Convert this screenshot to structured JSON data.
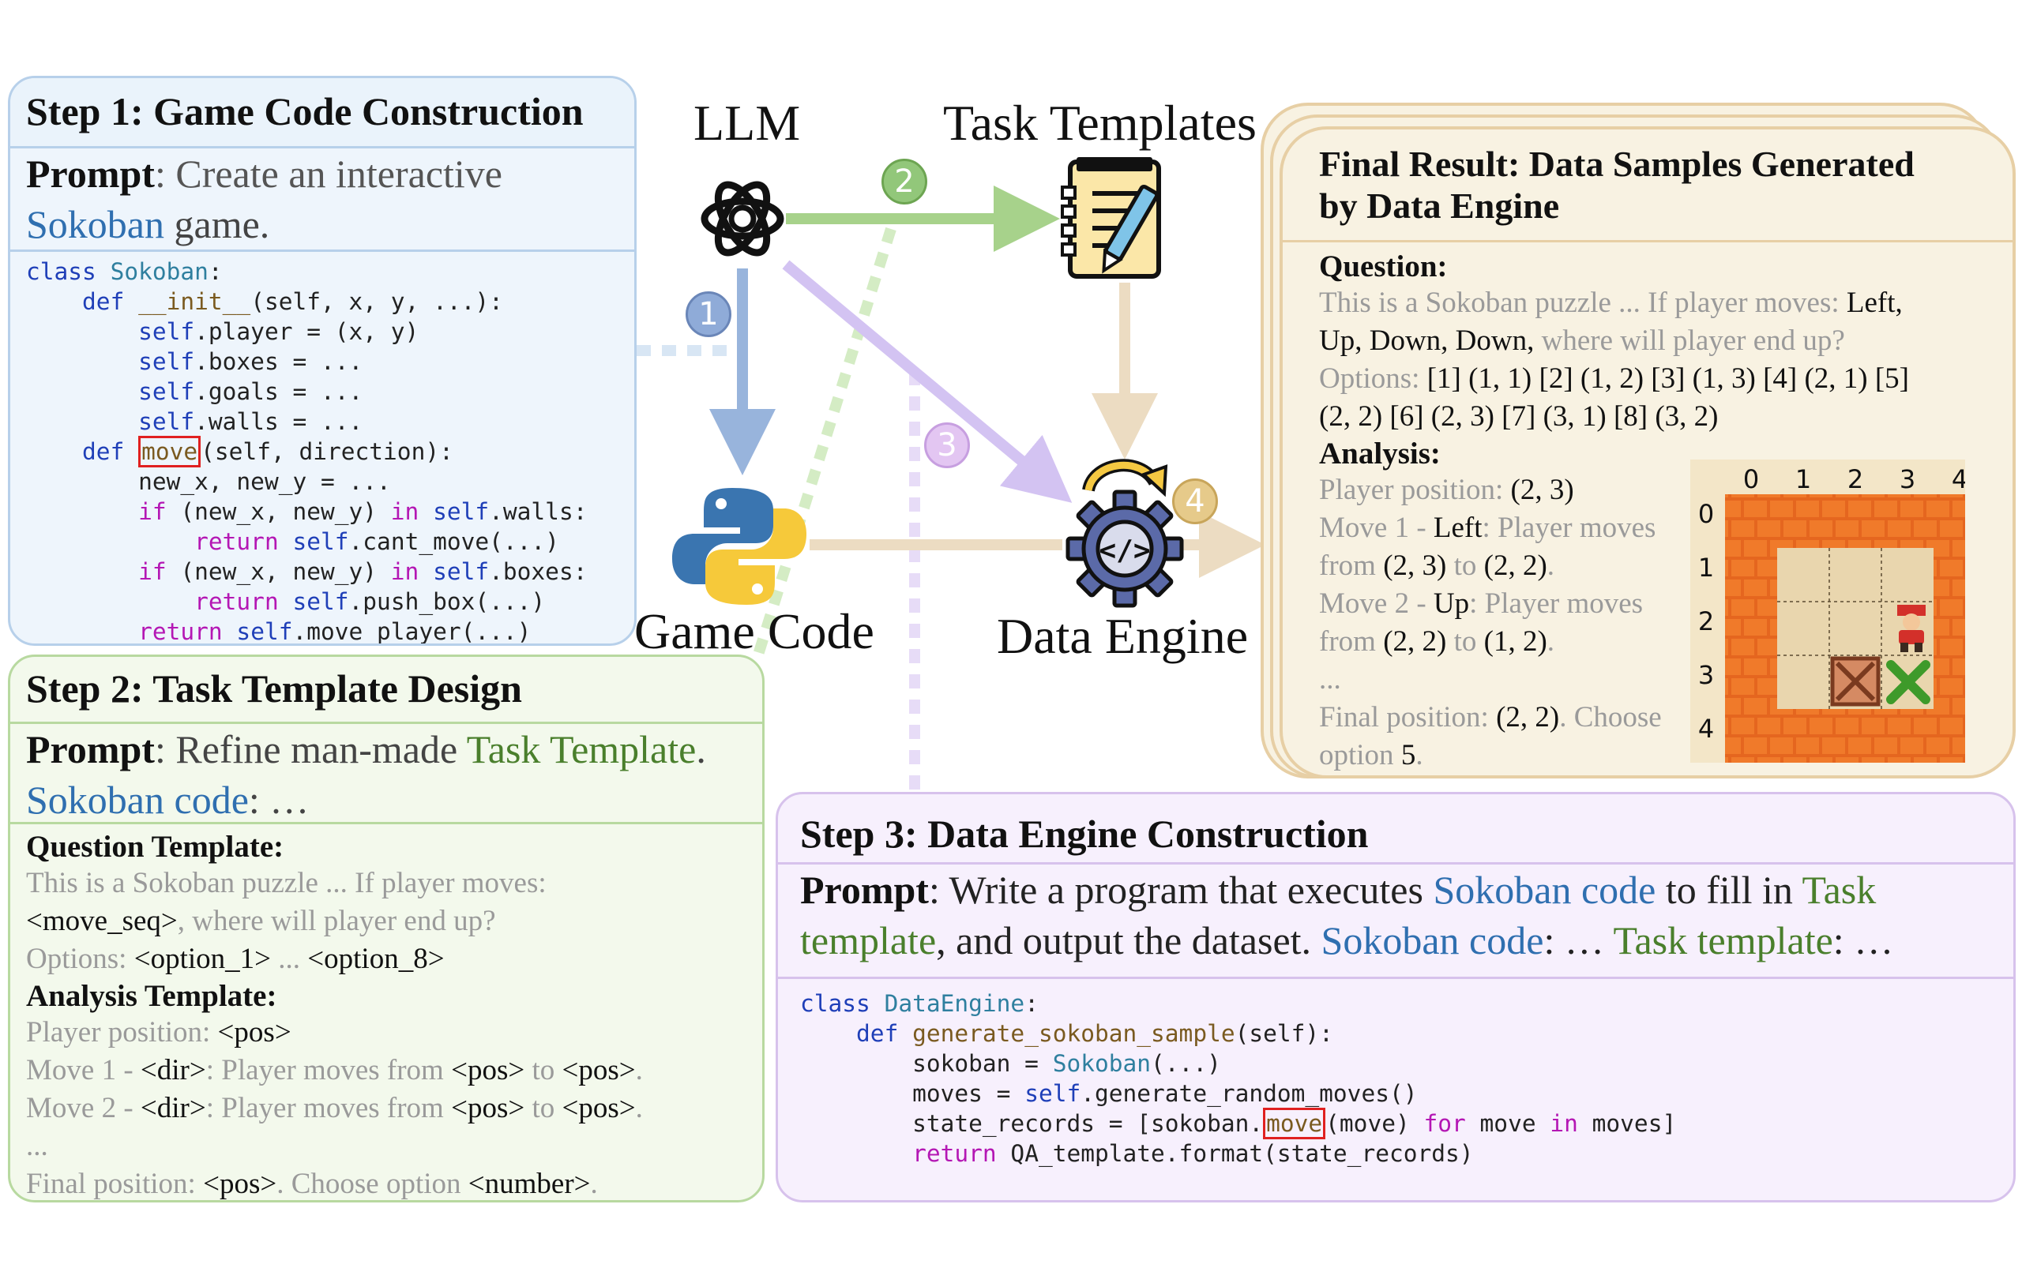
{
  "step1": {
    "title": "Step 1: Game Code Construction",
    "prompt_label": "Prompt",
    "prompt_text": ": Create an interactive",
    "prompt_highlight": "Sokoban",
    "prompt_tail": " game.",
    "code": {
      "l1_kw": "class",
      "l1_name": "Sokoban",
      "l1_rest": ":",
      "l2_kw": "def",
      "l2_name": "__init__",
      "l2_rest": "(self, x, y, ...):",
      "l3_self": "self",
      "l3_rest": ".player = (x, y)",
      "l4_self": "self",
      "l4_rest": ".boxes = ...",
      "l5_self": "self",
      "l5_rest": ".goals = ...",
      "l6_self": "self",
      "l6_rest": ".walls = ...",
      "l7_kw": "def",
      "l7_name": "move",
      "l7_rest": "(self, direction):",
      "l8": "new_x, new_y = ...",
      "l9_kw": "if",
      "l9_a": " (new_x, new_y) ",
      "l9_in": "in",
      "l9_self": " self",
      "l9_rest": ".walls:",
      "l10_kw": "return",
      "l10_self": " self",
      "l10_rest": ".cant_move(...)",
      "l11_kw": "if",
      "l11_a": " (new_x, new_y) ",
      "l11_in": "in",
      "l11_self": " self",
      "l11_rest": ".boxes:",
      "l12_kw": "return",
      "l12_self": " self",
      "l12_rest": ".push_box(...)",
      "l13_kw": "return",
      "l13_self": " self",
      "l13_rest": ".move_player(...)"
    }
  },
  "labels": {
    "llm": "LLM",
    "task_templates": "Task Templates",
    "game_code": "Game Code",
    "data_engine": "Data Engine"
  },
  "badges": [
    "1",
    "2",
    "3",
    "4"
  ],
  "colors": {
    "blue_arrow": "#98b4dc",
    "green_arrow": "#a7d28b",
    "purple_arrow": "#d3c3f2",
    "tan_arrow": "#ecdcc2",
    "badge_blue": "#8fabd8",
    "badge_green": "#92c77a",
    "badge_purple": "#d7b6ec",
    "badge_tan": "#e6ca8a"
  },
  "step2": {
    "title": "Step 2: Task Template Design",
    "prompt_label": "Prompt",
    "prompt_text": ": Refine man-made ",
    "prompt_highlight": "Task Template",
    "prompt_dot": ".",
    "prompt_line2_highlight": "Sokoban code",
    "prompt_line2_tail": ": …",
    "qt_label": "Question Template:",
    "qt_l1": "This is a Sokoban puzzle ... If player moves:",
    "qt_l2_a": "<move_seq>",
    "qt_l2_b": ", where will player end up?",
    "qt_l3_a": "Options:  ",
    "qt_l3_b": "<option_1>",
    "qt_l3_c": " ... ",
    "qt_l3_d": "<option_8>",
    "at_label": "Analysis Template:",
    "at_l1_a": "Player position: ",
    "at_l1_b": "<pos>",
    "at_l2_a": "Move 1 - ",
    "at_l2_b": "<dir>",
    "at_l2_c": ":  Player moves from ",
    "at_l2_d": "<pos>",
    "at_l2_e": " to ",
    "at_l2_f": "<pos>",
    "at_l2_g": ".",
    "at_l3_a": "Move 2 - ",
    "at_l3_b": "<dir>",
    "at_l3_c": ":  Player moves from ",
    "at_l3_d": "<pos>",
    "at_l3_e": " to ",
    "at_l3_f": "<pos>",
    "at_l3_g": ".",
    "at_l4": "...",
    "at_l5_a": "Final position: ",
    "at_l5_b": "<pos>",
    "at_l5_c": ". Choose option ",
    "at_l5_d": "<number>",
    "at_l5_e": "."
  },
  "step3": {
    "title": "Step 3: Data Engine Construction",
    "prompt_label": "Prompt",
    "p1": ": Write a program that executes ",
    "p2": "Sokoban code",
    "p3": " to fill in ",
    "p4": "Task",
    "p5": "template",
    "p6": ", and output the dataset. ",
    "p7": "Sokoban code",
    "p8": ": … ",
    "p9": "Task template",
    "p10": ": …",
    "code": {
      "l1_kw": "class",
      "l1_name": "DataEngine",
      "l1_rest": ":",
      "l2_kw": "def",
      "l2_name": "generate_sokoban_sample",
      "l2_rest": "(self):",
      "l3_a": "sokoban = ",
      "l3_b": "Sokoban",
      "l3_c": "(...)",
      "l4_a": "moves = ",
      "l4_b": "self",
      "l4_c": ".generate_random_moves()",
      "l5_a": "state_records = [sokoban.",
      "l5_b": "move",
      "l5_c": "(move) ",
      "l5_d": "for",
      "l5_e": " move ",
      "l5_f": "in",
      "l5_g": " moves]",
      "l6_a": "return",
      "l6_b": " QA_template.format(state_records)"
    }
  },
  "final": {
    "title_l1": "Final Result: Data Samples Generated",
    "title_l2": "by Data Engine",
    "q_label": "Question:",
    "q1_a": "This is a Sokoban puzzle ... If player moves: ",
    "q1_b": "Left,",
    "q2_a": "Up, Down, Down,",
    "q2_b": " where will player end up?",
    "q3_a": "Options: ",
    "q3_b": "[1] (1, 1) [2] (1, 2) [3] (1, 3) [4] (2, 1) [5]",
    "q4": "(2, 2) [6] (2, 3) [7] (3, 1) [8] (3, 2)",
    "a_label": "Analysis:",
    "a1_a": "Player position: ",
    "a1_b": "(2, 3)",
    "a2_a": "Move 1 - ",
    "a2_b": "Left",
    "a2_c": ":  Player moves",
    "a3_a": "from ",
    "a3_b": "(2, 3)",
    "a3_c": " to ",
    "a3_d": "(2, 2)",
    "a3_e": ".",
    "a4_a": "Move 2 - ",
    "a4_b": "Up",
    "a4_c": ":  Player moves",
    "a5_a": "from ",
    "a5_b": "(2, 2)",
    "a5_c": " to ",
    "a5_d": "(1, 2)",
    "a5_e": ".",
    "a6": "...",
    "a7_a": "Final position: ",
    "a7_b": "(2, 2)",
    "a7_c": ". Choose",
    "a8_a": "option ",
    "a8_b": "5",
    "a8_c": "."
  },
  "grid": {
    "cols": [
      "0",
      "1",
      "2",
      "3",
      "4"
    ],
    "rows": [
      "0",
      "1",
      "2",
      "3",
      "4"
    ]
  }
}
